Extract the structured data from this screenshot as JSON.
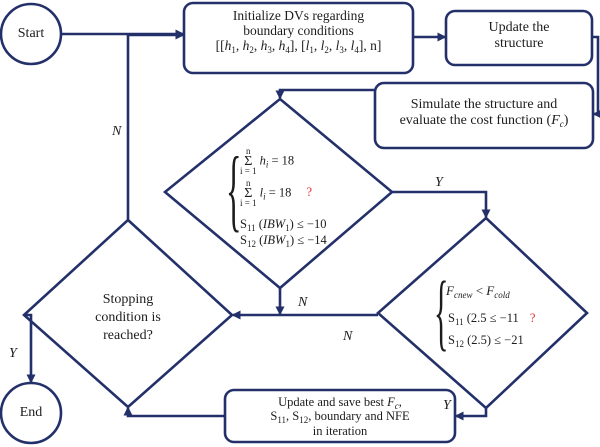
{
  "nodes": {
    "start": "Start",
    "end": "End",
    "init": {
      "line1": "Initialize DVs regarding",
      "line2": "boundary conditions",
      "line3": "[[h1, h2, h3, h4], [l1, l2, l3, l4], n]"
    },
    "update_structure": {
      "line1": "Update the",
      "line2": "structure"
    },
    "simulate": {
      "line1": "Simulate the structure and",
      "line2": "evaluate the cost function (Fc)"
    },
    "constraints_diamond": {
      "sum_h": "Σ hi = 18",
      "sum_l": "Σ li = 18",
      "sum_upper": "n",
      "sum_lower": "i = 1",
      "s11": "S11 (IBW1) ≤ −10",
      "s12": "S12 (IBW1) ≤ −14",
      "question": "?"
    },
    "cost_diamond": {
      "cost": "Fcnew < Fcold",
      "s11": "S11 (2.5 ≤ −11",
      "s12": "S12 (2.5) ≤ −21",
      "question": "?"
    },
    "stopping": {
      "line1": "Stopping",
      "line2": "condition is",
      "line3": "reached?"
    },
    "update_save": {
      "line1": "Update and save best Fc,",
      "line2": "S11, S12, boundary and NFE",
      "line3": "in iteration"
    }
  },
  "edge_labels": {
    "stop_no": "N",
    "stop_yes": "Y",
    "constraint_yes": "Y",
    "constraint_no": "N",
    "cost_no": "N",
    "cost_yes": "Y"
  },
  "colors": {
    "stroke": "#23306a",
    "text": "#1c1c1c",
    "question_mark": "#e0262a"
  }
}
